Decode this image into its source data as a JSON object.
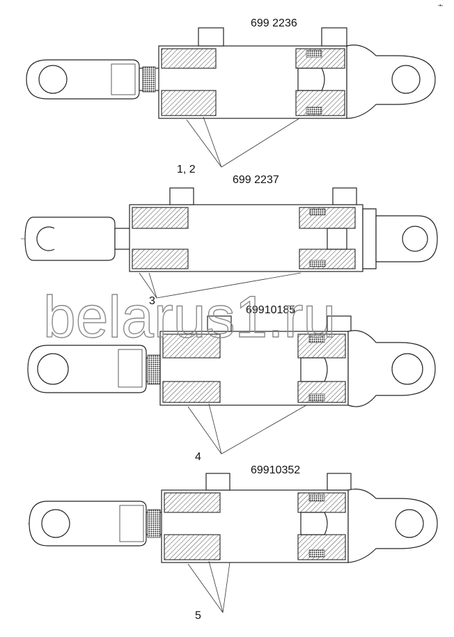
{
  "cylinders": [
    {
      "part_number": "699 2236",
      "callout": "1, 2"
    },
    {
      "part_number": "699 2237",
      "callout": "3"
    },
    {
      "part_number": "69910185",
      "callout": "4"
    },
    {
      "part_number": "69910352",
      "callout": "5"
    }
  ],
  "watermark": "belarus1.ru"
}
